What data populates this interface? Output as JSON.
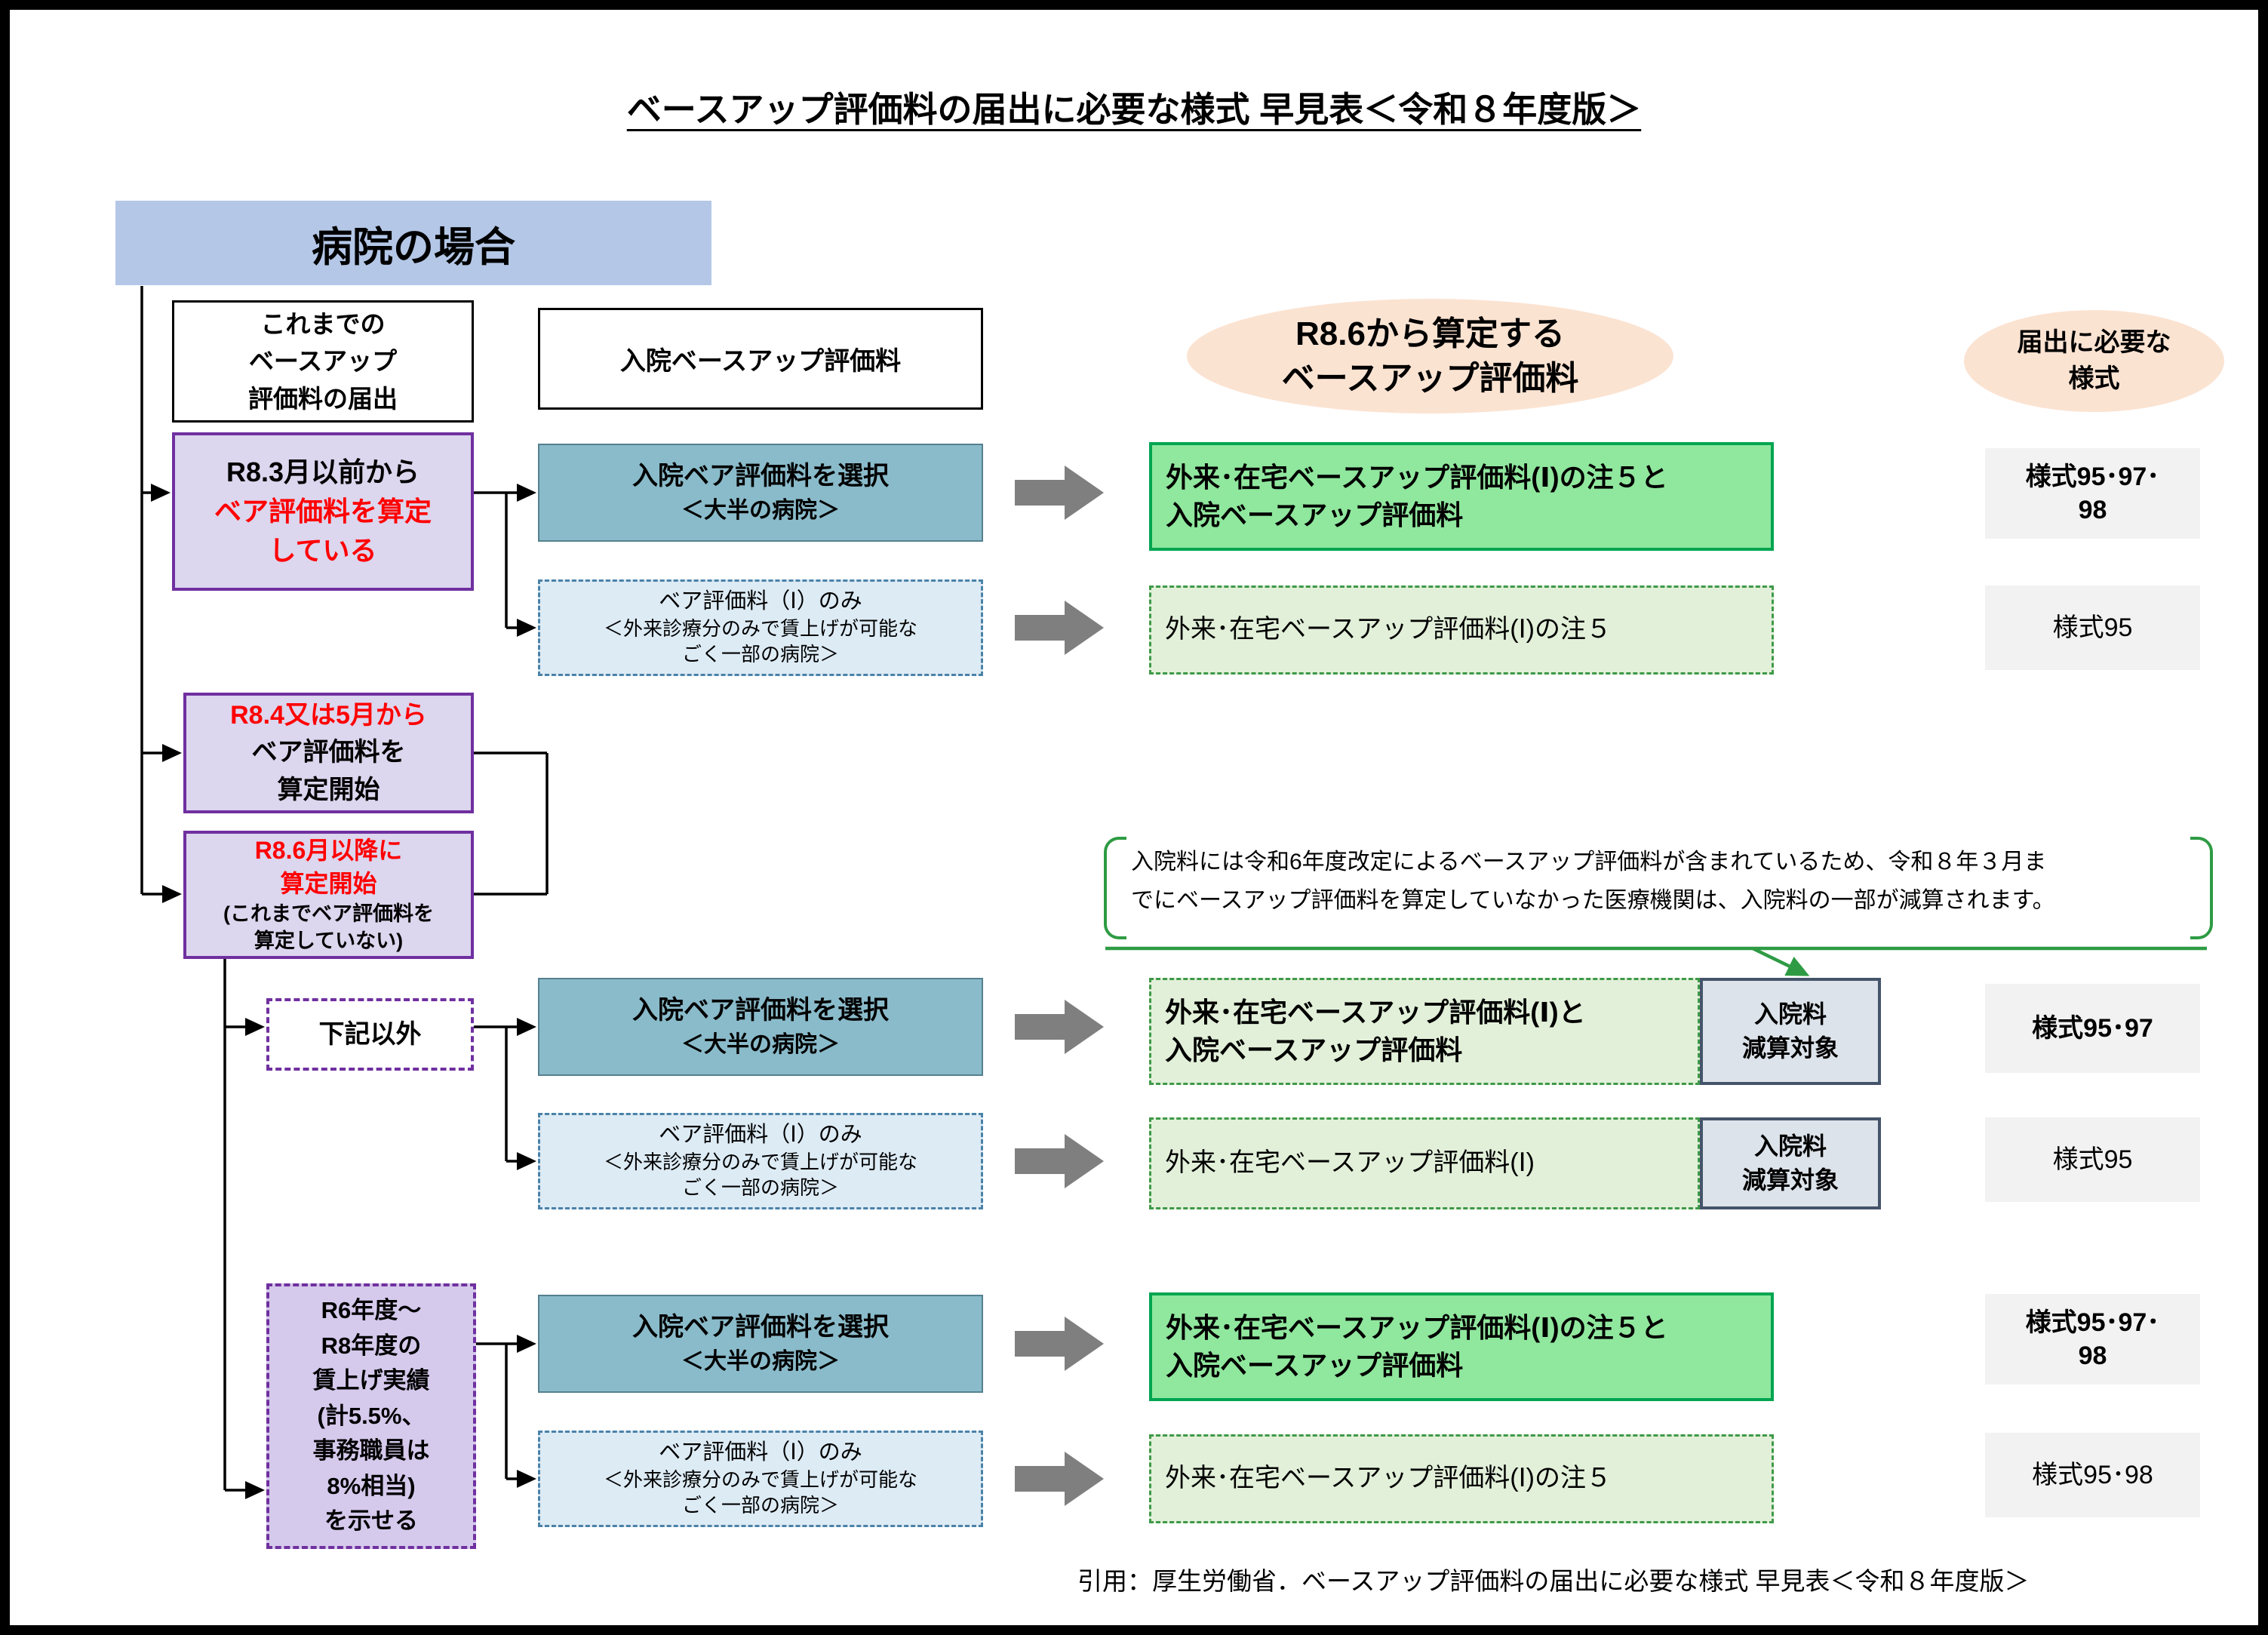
{
  "title": "ベースアップ評価料の届出に必要な様式 早見表＜令和８年度版＞",
  "hospital_label": "病院の場合",
  "column_headers": {
    "previous_notification": "これまでの\nベースアップ\n評価料の届出",
    "inpatient_baseup": "入院ベースアップ評価料",
    "calc_from_r86": "R8.6から算定する\nベースアップ評価料",
    "required_forms": "届出に必要な\n様式"
  },
  "conditions": {
    "c1_black": "R8.3月以前から",
    "c1_red": "ベア評価料を算定\nしている",
    "c2_red": "R8.4又は5月から",
    "c2_black": "ベア評価料を\n算定開始",
    "c3_red": "R8.6月以降に\n算定開始",
    "c3_note": "(これまでベア評価料を\n算定していない)",
    "c4_label": "下記以外",
    "c5_label": "R6年度～\nR8年度の\n賃上げ実績\n(計5.5%、\n事務職員は\n8%相当)\nを示せる"
  },
  "middle": {
    "select_title": "入院ベア評価料を選択",
    "select_sub": "＜大半の病院＞",
    "only_title": "ベア評価料（Ⅰ）のみ",
    "only_sub": "＜外来診療分のみで賃上げが可能な\nごく一部の病院＞"
  },
  "results": {
    "note5_and_inpatient": "外来･在宅ベースアップ評価料(Ⅰ)の注５と\n入院ベースアップ評価料",
    "note5_only": "外来･在宅ベースアップ評価料(Ⅰ)の注５",
    "i_and_inpatient": "外来･在宅ベースアップ評価料(Ⅰ)と\n入院ベースアップ評価料",
    "i_only": "外来･在宅ベースアップ評価料(Ⅰ)",
    "deduction_tag": "入院料\n減算対象"
  },
  "forms": {
    "f1": "様式95･97･\n98",
    "f2": "様式95",
    "f3": "様式95･97",
    "f4": "様式95",
    "f5": "様式95･97･\n98",
    "f6": "様式95･98"
  },
  "note": "入院料には令和6年度改定によるベースアップ評価料が含まれているため、令和８年３月ま\nでにベースアップ評価料を算定していなかった医療機関は、入院料の一部が減算されます。",
  "footer": "引用：厚生労働省．ベースアップ評価料の届出に必要な様式 早見表＜令和８年度版＞",
  "palette": {
    "header_blue": "#b4c7e7",
    "ellipse_peach": "#fbe3d2",
    "purple_border": "#7030a0",
    "purple_fill": "#dcd6ee",
    "teal_fill": "#8abbca",
    "lightblue_fill": "#ddebf5",
    "bright_green_fill": "#90e79e",
    "green_border": "#00a550",
    "pale_green_fill": "#e2f0d9",
    "deduction_fill": "#dde3ea",
    "deduction_border": "#44546a",
    "form_fill": "#f2f2f2",
    "red_text": "#ff0000",
    "note_green": "#2e9b44",
    "arrow_gray": "#7f7f7f"
  }
}
